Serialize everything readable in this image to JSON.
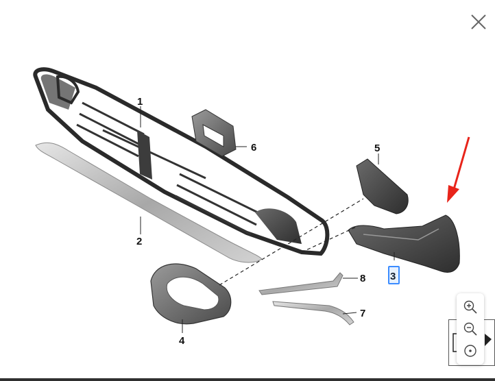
{
  "viewer": {
    "close_icon": "close-icon",
    "diagram_labels": {
      "p1": "1",
      "p2": "2",
      "p3": "3",
      "p4": "4",
      "p5": "5",
      "p6": "6",
      "p7": "7",
      "p8": "8"
    },
    "selected_part": "3",
    "highlight_color": "#3b8cff",
    "arrow_color": "#e8241a"
  },
  "zoom_controls": {
    "zoom_in_icon": "zoom-in-icon",
    "zoom_out_icon": "zoom-out-icon",
    "reset_icon": "reset-view-icon"
  }
}
